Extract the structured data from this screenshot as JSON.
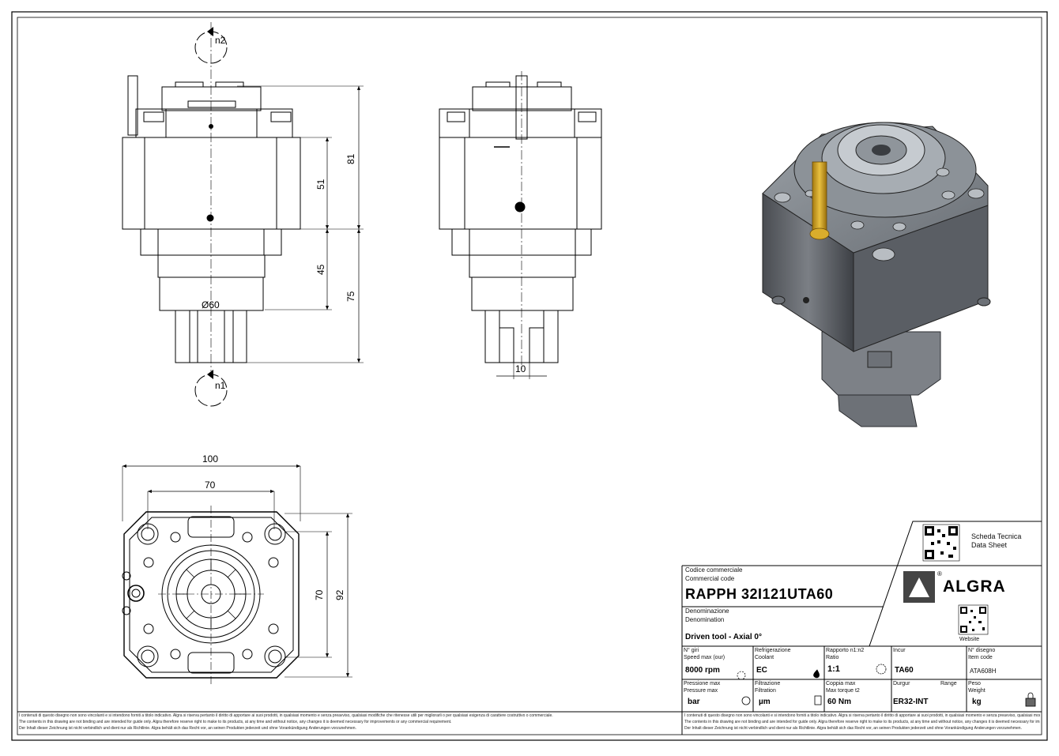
{
  "views": {
    "front": {
      "rot_top": "n2",
      "rot_bottom": "n1",
      "dim_81": "81",
      "dim_51": "51",
      "dim_45": "45",
      "dim_75": "75",
      "dim_dia": "Ø60"
    },
    "side": {
      "dim_10": "10"
    },
    "plan": {
      "dim_100": "100",
      "dim_70_top": "70",
      "dim_70_side": "70",
      "dim_92": "92"
    }
  },
  "title_block": {
    "datasheet_it": "Scheda Tecnica",
    "datasheet_en": "Data Sheet",
    "website_label": "Website",
    "brand": "ALGRA",
    "registered": "®",
    "code_label_it": "Codice commerciale",
    "code_label_en": "Commercial code",
    "code_value": "RAPPH 32I121UTA60",
    "denomination_it": "Denominazione",
    "denomination_en": "Denomination",
    "denomination_value": "Driven tool - Axial 0°",
    "cells": [
      {
        "l1": "N° giri",
        "l2": "Speed max (our)",
        "value": "8000 rpm"
      },
      {
        "l1": "Refrigerazione",
        "l2": "Coolant",
        "value": "EC"
      },
      {
        "l1": "Rapporto n1:n2",
        "l2": "Ratio",
        "value": "1:1"
      },
      {
        "l1": "Incur",
        "l2": "",
        "value": "TA60"
      },
      {
        "l1": "N° disegno",
        "l2": "Item code",
        "value": "ATA608H"
      },
      {
        "l1": "Pressione max",
        "l2": "Pressure max",
        "value": "bar"
      },
      {
        "l1": "Filtrazione",
        "l2": "Filtration",
        "value": "µm"
      },
      {
        "l1": "Coppia max",
        "l2": "Max torque t2",
        "value": "60 Nm"
      },
      {
        "l1": "Durgur",
        "l2": "Range",
        "value": "ER32-INT"
      },
      {
        "l1": "Peso",
        "l2": "Weight",
        "value": "kg"
      }
    ],
    "notes": [
      "I contenuti di questo disegno non sono vincolanti e si intendono forniti a titolo indicativo. Algra si riserva pertanto il diritto di apportare ai suoi prodotti, in qualsiasi momento e senza preavviso, qualsiasi modifiche che ritenesse utili per migliorarli o per qualsiasi esigenza di carattere costruttivo o commerciale.",
      "The contents in this drawing are not binding and are intended for guide only. Algra therefore reserve right to make to its products, at any time and without notice, any changes it is deemed necessary for improvements or any commercial requirement.",
      "Der Inhalt dieser Zeichnung ist nicht verbindlich und dient nur als Richtlinie. Algra behält sich das Recht vor, an seinen Produkten jederzeit und ohne Vorankündigung Änderungen vorzunehmen."
    ]
  }
}
